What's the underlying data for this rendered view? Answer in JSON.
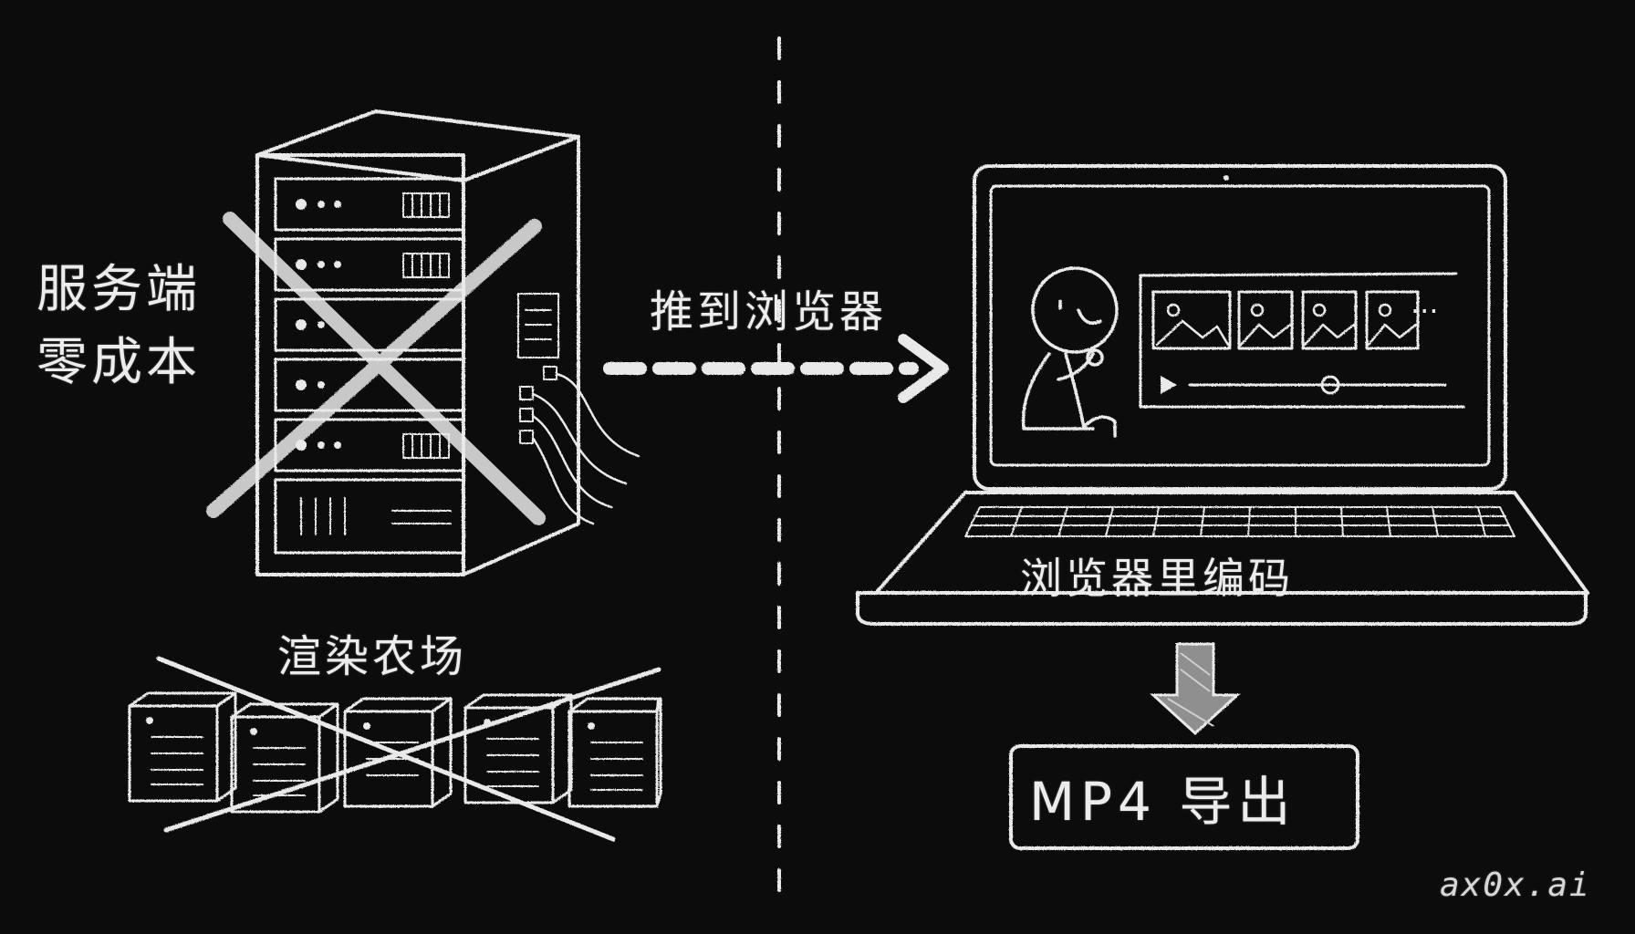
{
  "diagram": {
    "server_label_line1": "服务端",
    "server_label_line2": "零成本",
    "push_label": "推到浏览器",
    "farm_label": "渲染农场",
    "encode_label": "浏览器里编码",
    "export_label": "MP4 导出",
    "brand": "ax0x.ai",
    "thumbnail_overflow": "···"
  },
  "colors": {
    "background": "#0c0c0c",
    "chalk": "#e9e9e9"
  },
  "icons": [
    "server-rack-icon",
    "render-farm-icon",
    "laptop-icon",
    "stick-figure-icon",
    "play-icon",
    "image-thumbnail-icon",
    "arrow-right-icon",
    "arrow-down-icon",
    "cross-out-icon"
  ]
}
